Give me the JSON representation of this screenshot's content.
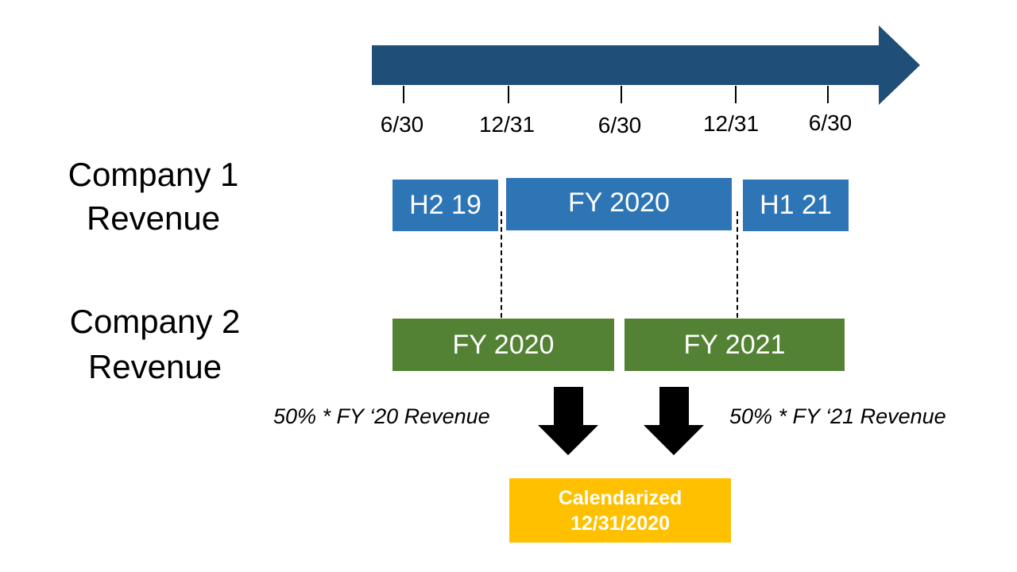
{
  "timeline": {
    "ticks": [
      "6/30",
      "12/31",
      "6/30",
      "12/31",
      "6/30"
    ],
    "color": "#1f4e79"
  },
  "company1": {
    "label_line1": "Company 1",
    "label_line2": "Revenue",
    "periods": [
      "H2 19",
      "FY 2020",
      "H1 21"
    ],
    "color": "#2e75b6"
  },
  "company2": {
    "label_line1": "Company 2",
    "label_line2": "Revenue",
    "periods": [
      "FY 2020",
      "FY 2021"
    ],
    "color": "#548235"
  },
  "notes": {
    "left": "50% * FY ‘20 Revenue",
    "right": "50% * FY ‘21 Revenue"
  },
  "result": {
    "line1": "Calendarized",
    "line2": "12/31/2020",
    "color": "#ffc000"
  }
}
